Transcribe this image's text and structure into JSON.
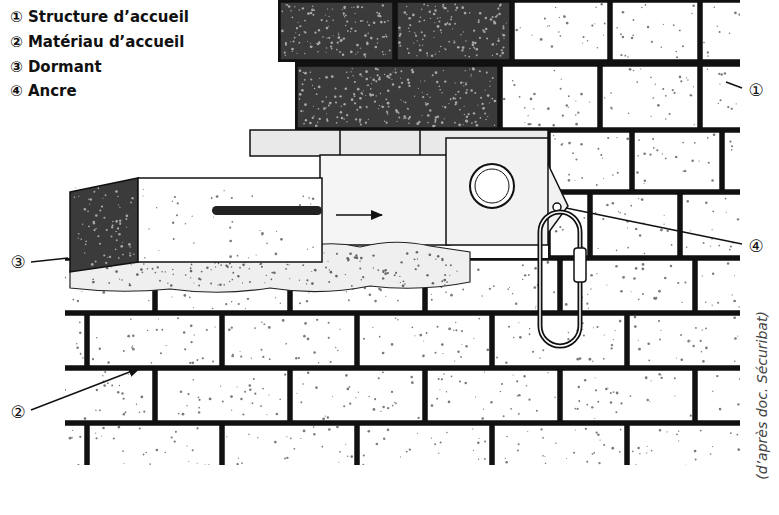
{
  "diagram": {
    "labels": [
      "① Structure d’accueil",
      "② Matériau d’accueil",
      "③ Dormant",
      "④ Ancre",
      "①",
      "④",
      "③",
      "②",
      "(d’après doc. Sécuribat)"
    ]
  }
}
